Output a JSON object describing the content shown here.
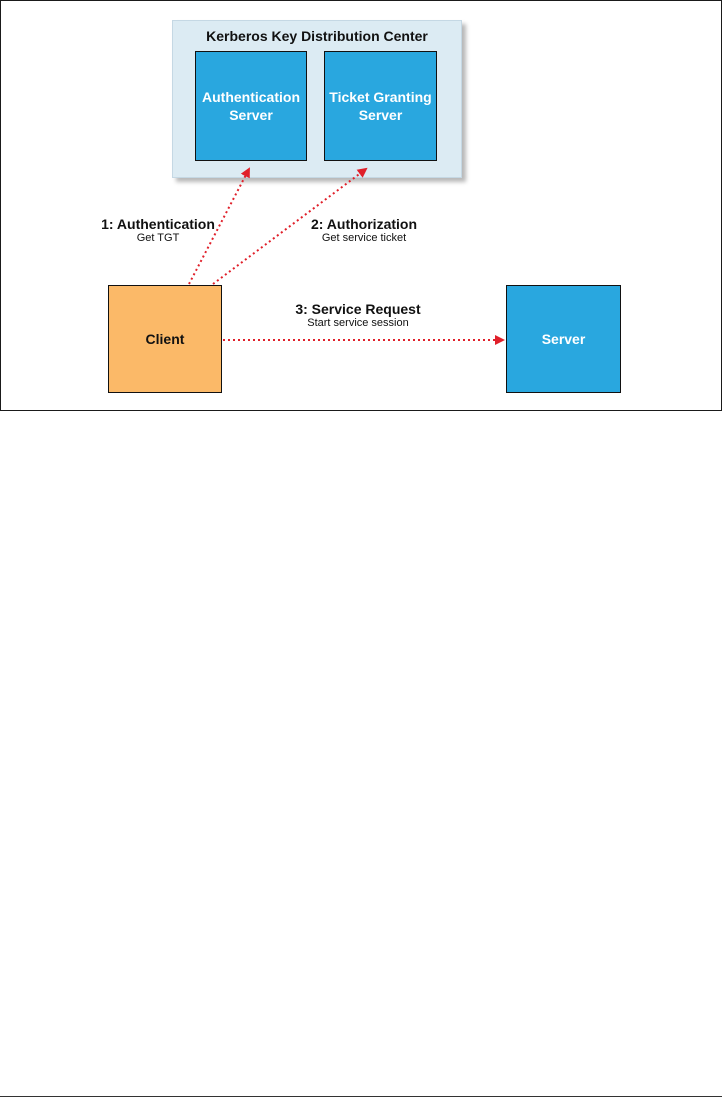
{
  "kdc": {
    "title": "Kerberos Key Distribution Center",
    "authentication_server": "Authentication\nServer",
    "ticket_granting_server": "Ticket Granting\nServer"
  },
  "client": {
    "label": "Client"
  },
  "server": {
    "label": "Server"
  },
  "steps": [
    {
      "title": "1: Authentication",
      "subtitle": "Get TGT"
    },
    {
      "title": "2: Authorization",
      "subtitle": "Get service ticket"
    },
    {
      "title": "3: Service Request",
      "subtitle": "Start service session"
    }
  ],
  "colors": {
    "blue_box": "#29a7df",
    "orange_box": "#fbb968",
    "kdc_background": "#dcebf3",
    "arrow": "#e0202a"
  }
}
